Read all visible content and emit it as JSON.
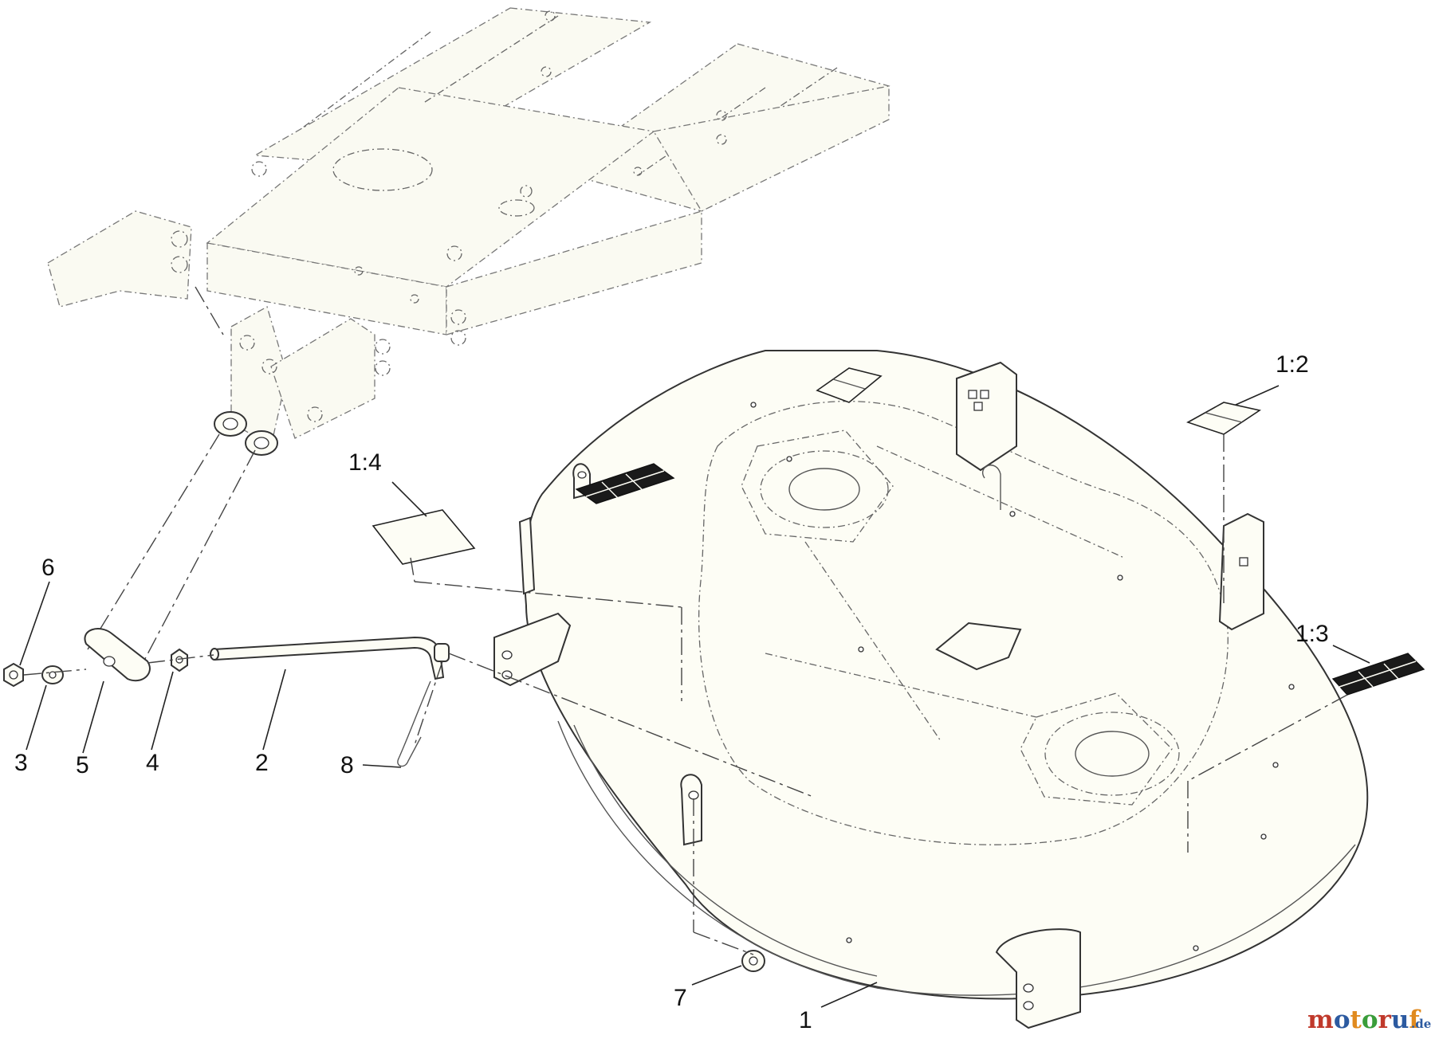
{
  "callouts": {
    "c1": "1",
    "c2": "2",
    "c3": "3",
    "c4": "4",
    "c5": "5",
    "c6": "6",
    "c7": "7",
    "c8": "8",
    "c12": "1:2",
    "c13": "1:3",
    "c14": "1:4"
  },
  "watermark": {
    "text": "motoruf",
    "suffix": ".de",
    "colors": [
      "#c0392b",
      "#2c5aa0",
      "#e08a1e",
      "#3a9d3a"
    ]
  }
}
